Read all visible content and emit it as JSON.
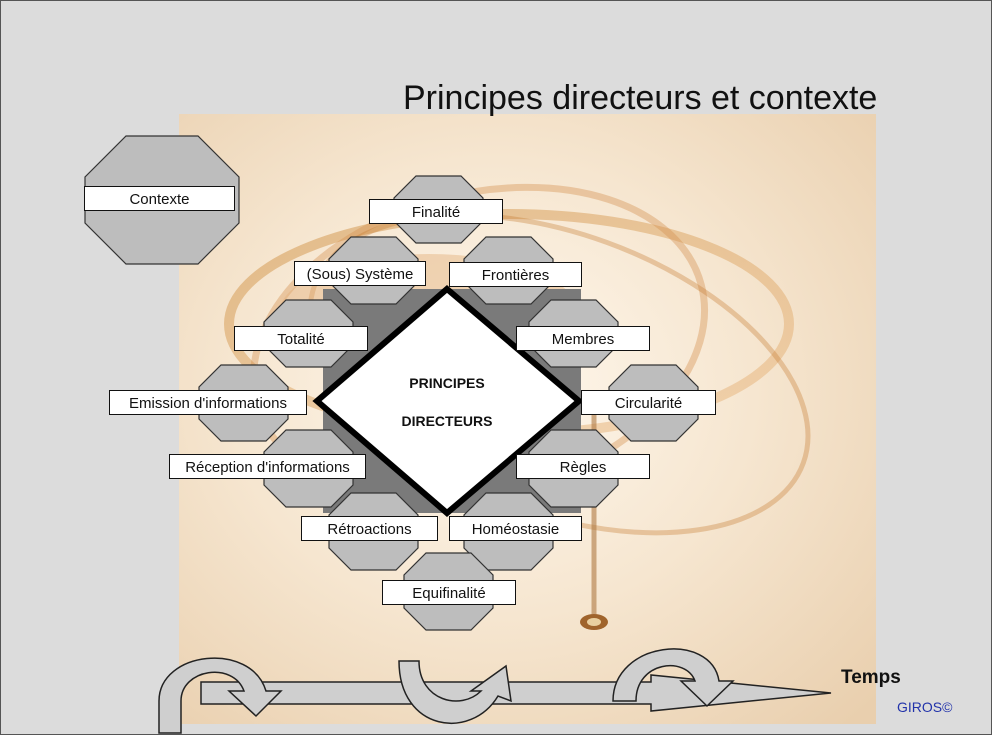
{
  "title": "Principes directeurs et contexte",
  "context_label": "Contexte",
  "center": {
    "line1": "PRINCIPES",
    "line2": "DIRECTEURS"
  },
  "principles": [
    "Finalité",
    "(Sous) Système",
    "Frontières",
    "Totalité",
    "Membres",
    "Emission d'informations",
    "Circularité",
    "Réception d'informations",
    "Règles",
    "Rétroactions",
    "Homéostasie",
    "Equifinalité"
  ],
  "time_label": "Temps",
  "copyright": "GIROS©",
  "colors": {
    "octagon": "#bdbdbd",
    "octagon_stroke": "#333333",
    "square": "#7a7a7a",
    "slide_bg": "#dcdcdc"
  }
}
